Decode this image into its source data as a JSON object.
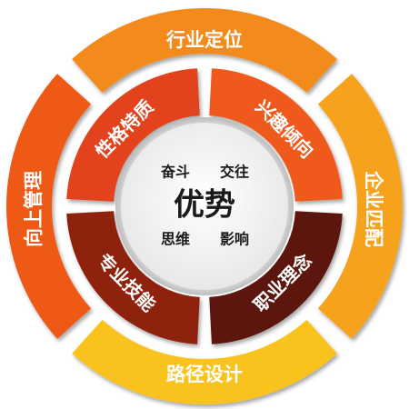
{
  "outer_ring": {
    "top": {
      "label": "行业定位",
      "color": "#f28a1c"
    },
    "right": {
      "label": "企业匹配",
      "color": "#f6a21e"
    },
    "bottom": {
      "label": "路径设计",
      "color": "#f9c21a"
    },
    "left": {
      "label": "向上管理",
      "color": "#ee5a14"
    }
  },
  "inner_ring": {
    "top_left": {
      "label": "性格特质",
      "color": "#e2421c"
    },
    "top_right": {
      "label": "兴趣倾向",
      "color": "#ef5a1c"
    },
    "bottom_right": {
      "label": "职业理念",
      "color": "#5c1408"
    },
    "bottom_left": {
      "label": "专业技能",
      "color": "#8e2210"
    }
  },
  "center": {
    "title": "优势",
    "top_left": "奋斗",
    "top_right": "交往",
    "bottom_left": "思维",
    "bottom_right": "影响"
  }
}
